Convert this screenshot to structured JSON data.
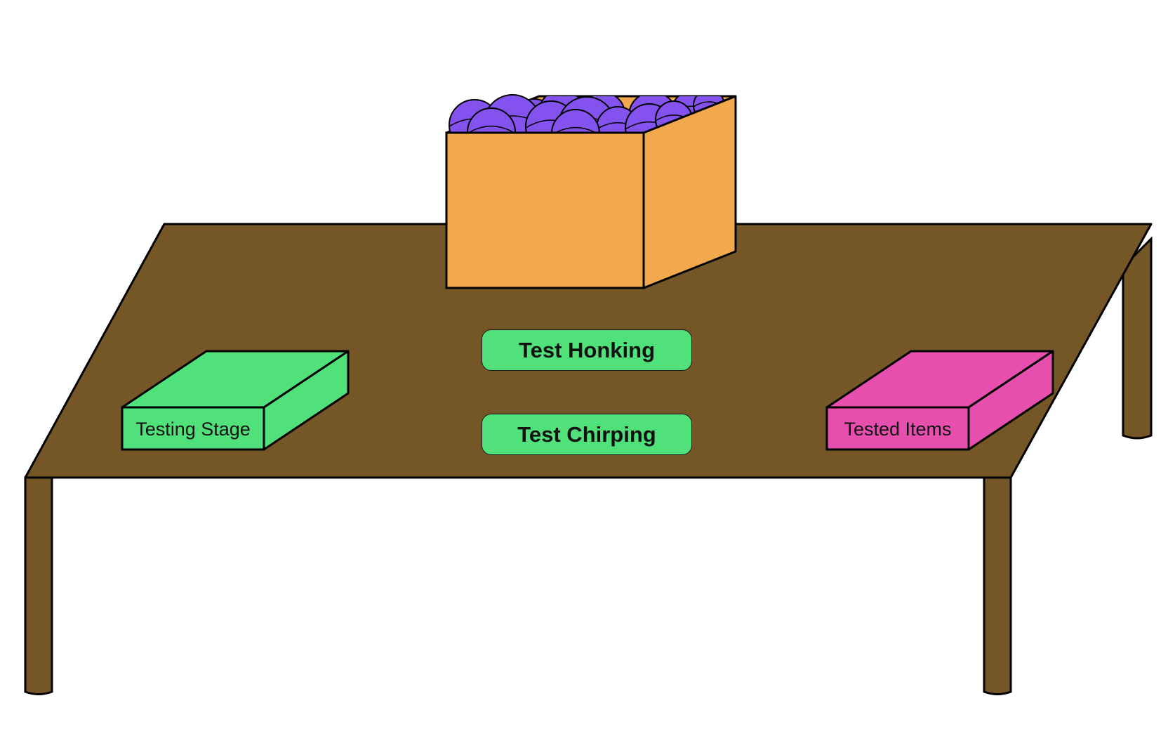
{
  "scene": {
    "colors": {
      "table": "#745627",
      "crate": "#f2a94d",
      "items": "#8452ee",
      "testing_stage": "#51e17a",
      "tested_items": "#e64fae",
      "button": "#51e17a",
      "outline": "#000000"
    },
    "crate": {
      "item_icon": "purple-ball-icon"
    },
    "testing_stage": {
      "label": "Testing Stage"
    },
    "tested_items": {
      "label": "Tested Items"
    },
    "buttons": {
      "honk": "Test Honking",
      "chirp": "Test Chirping"
    }
  }
}
